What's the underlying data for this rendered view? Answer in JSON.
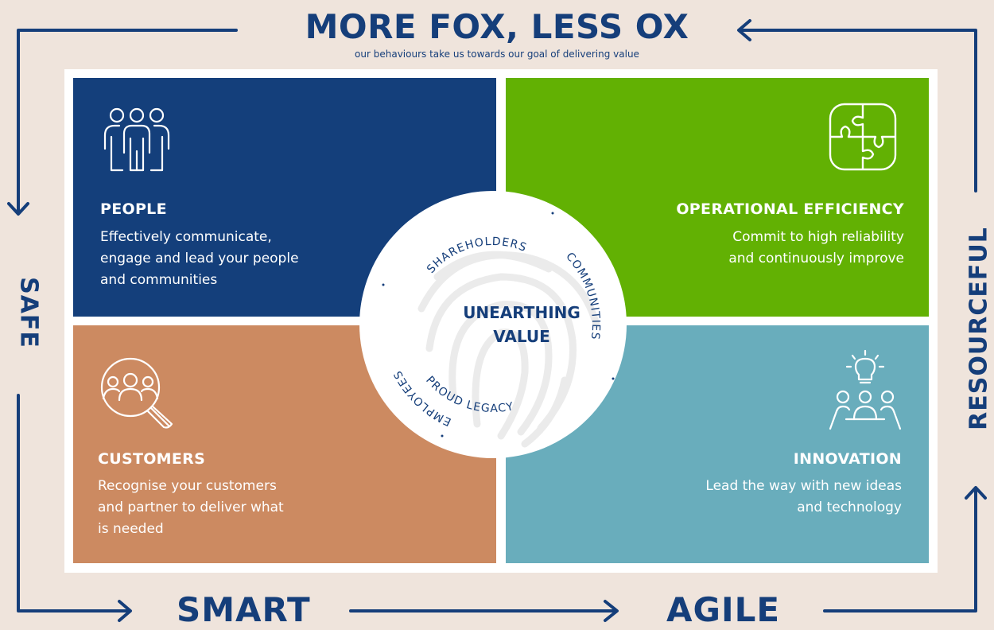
{
  "header": {
    "title": "MORE FOX, LESS OX",
    "subtitle": "our behaviours take us  towards our goal of delivering value"
  },
  "sides": {
    "left": "SAFE",
    "right": "RESOURCEFUL",
    "bottom_left": "SMART",
    "bottom_right": "AGILE"
  },
  "quadrants": {
    "people": {
      "title": "PEOPLE",
      "text": [
        "Effectively communicate,",
        "engage and lead your people",
        "and communities"
      ],
      "icon": "people-group-icon"
    },
    "operational": {
      "title": "OPERATIONAL EFFICIENCY",
      "text": [
        "Commit to high reliability",
        "and continuously improve"
      ],
      "icon": "puzzle-icon"
    },
    "customers": {
      "title": "CUSTOMERS",
      "text": [
        "Recognise your customers",
        "and partner to deliver what",
        "is needed"
      ],
      "icon": "magnifier-people-icon"
    },
    "innovation": {
      "title": "INNOVATION",
      "text": [
        "Lead the way with new ideas",
        "and technology"
      ],
      "icon": "lightbulb-team-icon"
    }
  },
  "center": {
    "title_line1": "UNEARTHING",
    "title_line2": "VALUE",
    "ring_labels": {
      "shareholders": "SHAREHOLDERS",
      "communities": "COMMUNITIES",
      "proud_legacy": "PROUD LEGACY",
      "employees": "EMPLOYEES"
    }
  },
  "colors": {
    "background": "#efe4dc",
    "navy": "#153e7a",
    "people": "#143f7b",
    "operational": "#62b103",
    "customers": "#cc8a61",
    "innovation": "#69adbc"
  }
}
